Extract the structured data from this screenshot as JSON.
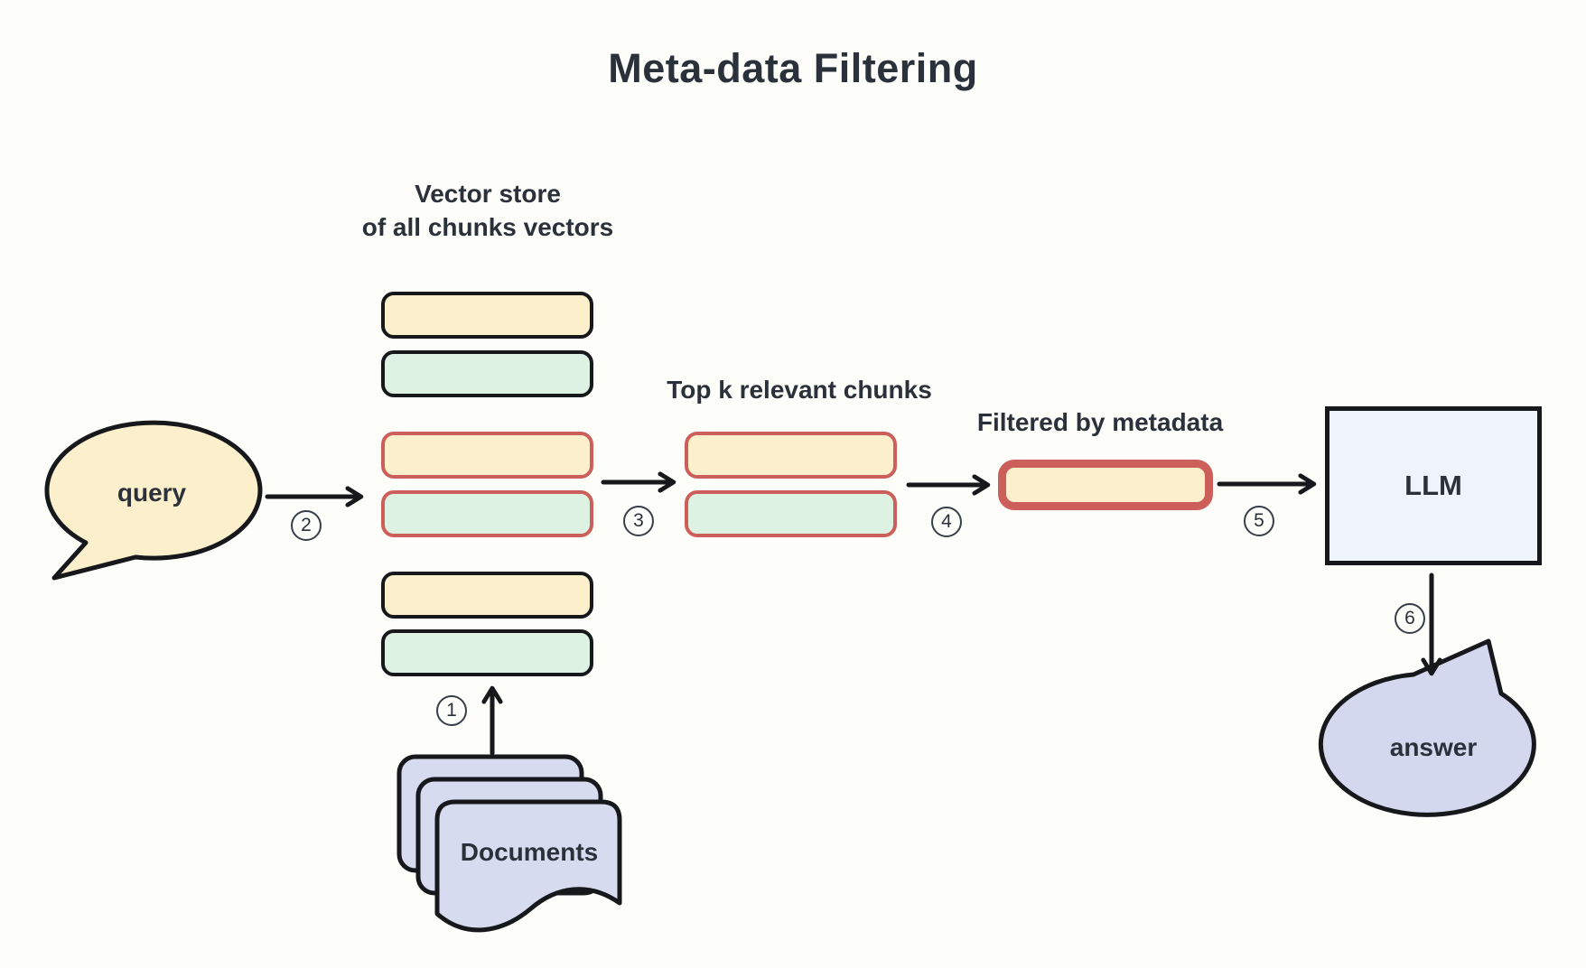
{
  "title": "Meta-data Filtering",
  "colors": {
    "bg": "#fdfdf9",
    "ink": "#16181c",
    "text": "#2b313a",
    "chunk-yellow": "#fcefcc",
    "chunk-green": "#def2e4",
    "red-border": "#cd5f5a",
    "lavender": "#d6dbf0",
    "llm-fill": "#eff3fc",
    "answer-fill": "#d3d8ef"
  },
  "nodes": {
    "query": {
      "label": "query",
      "shape": "speech-bubble"
    },
    "vector_store": {
      "label_line1": "Vector store",
      "label_line2": "of all chunks vectors",
      "chunks": [
        {
          "fill": "yellow",
          "border": "black",
          "selected": false
        },
        {
          "fill": "green",
          "border": "black",
          "selected": false
        },
        {
          "fill": "yellow",
          "border": "red",
          "selected": true
        },
        {
          "fill": "green",
          "border": "red",
          "selected": true
        },
        {
          "fill": "yellow",
          "border": "black",
          "selected": false
        },
        {
          "fill": "green",
          "border": "black",
          "selected": false
        }
      ]
    },
    "top_k": {
      "label": "Top k relevant chunks",
      "chunks": [
        {
          "fill": "yellow",
          "border": "red"
        },
        {
          "fill": "green",
          "border": "red"
        }
      ]
    },
    "filtered": {
      "label": "Filtered by metadata",
      "chunks": [
        {
          "fill": "yellow",
          "border": "red-thick"
        }
      ]
    },
    "llm": {
      "label": "LLM",
      "shape": "rectangle"
    },
    "answer": {
      "label": "answer",
      "shape": "speech-bubble"
    },
    "documents": {
      "label": "Documents",
      "stack_count": 3
    }
  },
  "steps": {
    "ingest_documents": "1",
    "query_to_store": "2",
    "store_to_topk": "3",
    "topk_to_filtered": "4",
    "filtered_to_llm": "5",
    "llm_to_answer": "6"
  }
}
